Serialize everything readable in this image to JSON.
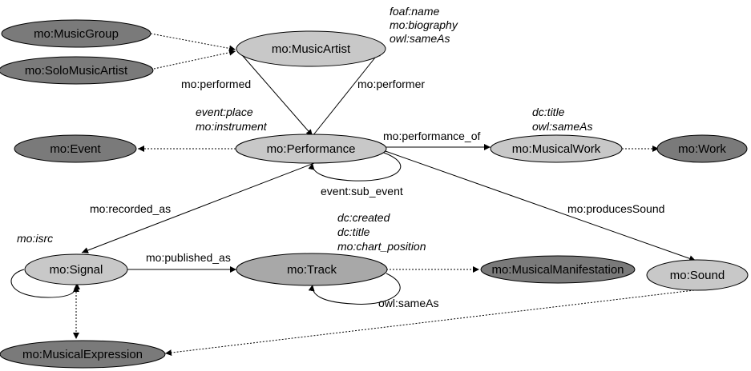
{
  "colors": {
    "dark_node": "#7a7a7a",
    "light_node": "#c8c8c8",
    "medium_node": "#a8a8a8"
  },
  "nodes": {
    "music_group": "mo:MusicGroup",
    "solo_music_artist": "mo:SoloMusicArtist",
    "music_artist": "mo:MusicArtist",
    "event": "mo:Event",
    "performance": "mo:Performance",
    "musical_work": "mo:MusicalWork",
    "work": "mo:Work",
    "signal": "mo:Signal",
    "track": "mo:Track",
    "musical_manifestation": "mo:MusicalManifestation",
    "sound": "mo:Sound",
    "musical_expression": "mo:MusicalExpression"
  },
  "edges": {
    "performed": "mo:performed",
    "performer": "mo:performer",
    "performance_of": "mo:performance_of",
    "sub_event": "event:sub_event",
    "recorded_as": "mo:recorded_as",
    "produces_sound": "mo:producesSound",
    "published_as": "mo:published_as",
    "same_as": "owl:sameAs"
  },
  "properties": {
    "music_artist": [
      "foaf:name",
      "mo:biography",
      "owl:sameAs"
    ],
    "performance": [
      "event:place",
      "mo:instrument"
    ],
    "musical_work": [
      "dc:title",
      "owl:sameAs"
    ],
    "track": [
      "dc:created",
      "dc:title",
      "mo:chart_position"
    ],
    "signal": [
      "mo:isrc"
    ]
  }
}
